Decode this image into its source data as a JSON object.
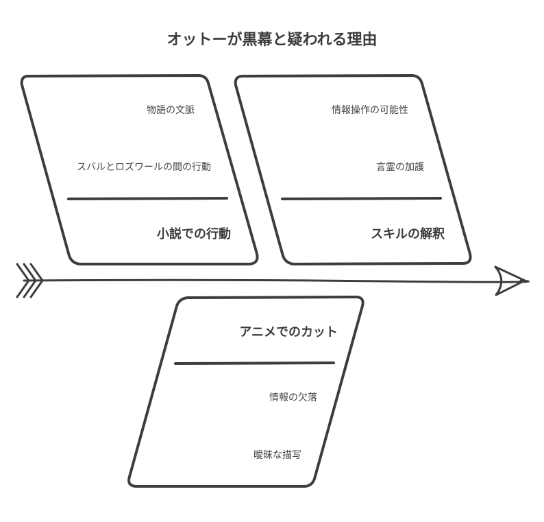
{
  "title": "オットーが黒幕と疑われる理由",
  "categories": [
    {
      "label": "小説での行動",
      "causes": [
        "物語の文脈",
        "スバルとロズワールの間の行動"
      ]
    },
    {
      "label": "スキルの解釈",
      "causes": [
        "情報操作の可能性",
        "言霊の加護"
      ]
    },
    {
      "label": "アニメでのカット",
      "causes": [
        "情報の欠落",
        "曖昧な描写"
      ]
    }
  ],
  "colors": {
    "stroke": "#3d3d3d",
    "text": "#404040",
    "background": "#ffffff"
  }
}
